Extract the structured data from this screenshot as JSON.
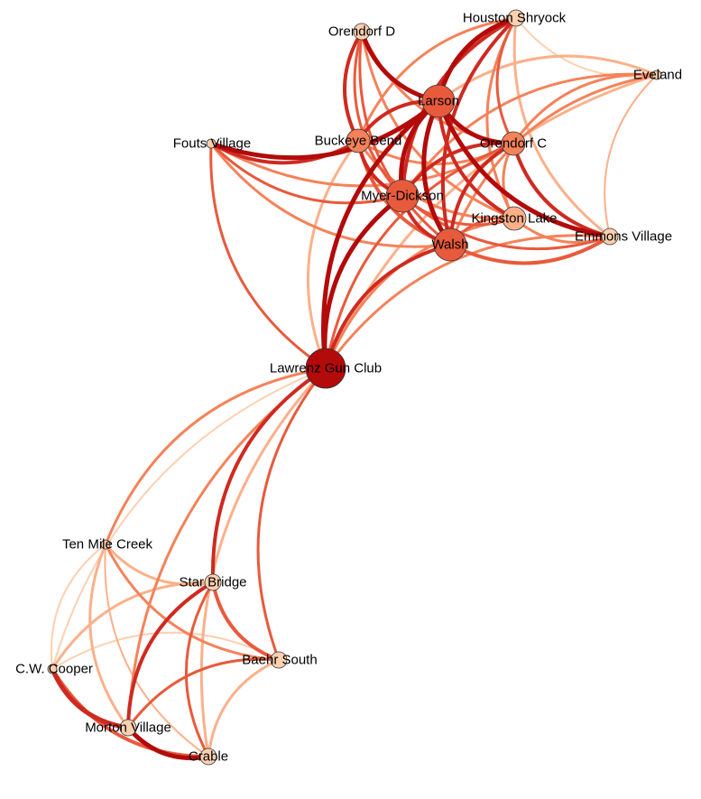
{
  "graph": {
    "type": "network",
    "palette": {
      "very_light": "#fdd0b0",
      "light": "#fcb08a",
      "medium": "#f5825a",
      "medium_dark": "#e85a3c",
      "dark": "#cf2a20",
      "darkest": "#b30a0a"
    },
    "nodes": [
      {
        "id": "orendorf-d",
        "label": "Orendorf D",
        "tone": "very_light",
        "size": "small"
      },
      {
        "id": "houston-shryock",
        "label": "Houston Shryock",
        "tone": "very_light",
        "size": "small"
      },
      {
        "id": "eveland",
        "label": "Eveland",
        "tone": "very_light",
        "size": "tiny"
      },
      {
        "id": "larson",
        "label": "Larson",
        "tone": "medium_dark",
        "size": "large"
      },
      {
        "id": "fouts-village",
        "label": "Fouts Village",
        "tone": "very_light",
        "size": "tiny"
      },
      {
        "id": "buckeye-bend",
        "label": "Buckeye Bend",
        "tone": "medium",
        "size": "medium"
      },
      {
        "id": "orendorf-c",
        "label": "Orendorf C",
        "tone": "medium",
        "size": "medium"
      },
      {
        "id": "myer-dickson",
        "label": "Myer-Dickson",
        "tone": "medium_dark",
        "size": "large"
      },
      {
        "id": "kingston-lake",
        "label": "Kingston Lake",
        "tone": "light",
        "size": "medium"
      },
      {
        "id": "walsh",
        "label": "Walsh",
        "tone": "medium_dark",
        "size": "large"
      },
      {
        "id": "emmons-village",
        "label": "Emmons Village",
        "tone": "very_light",
        "size": "small"
      },
      {
        "id": "lawrenz-gun-club",
        "label": "Lawrenz Gun Club",
        "tone": "darkest",
        "size": "xlarge"
      },
      {
        "id": "ten-mile-creek",
        "label": "Ten Mile Creek",
        "tone": "very_light",
        "size": "tiny"
      },
      {
        "id": "star-bridge",
        "label": "Star Bridge",
        "tone": "very_light",
        "size": "small"
      },
      {
        "id": "baehr-south",
        "label": "Baehr South",
        "tone": "very_light",
        "size": "small"
      },
      {
        "id": "cw-cooper",
        "label": "C.W. Cooper",
        "tone": "very_light",
        "size": "tiny"
      },
      {
        "id": "morton-village",
        "label": "Morton Village",
        "tone": "very_light",
        "size": "small"
      },
      {
        "id": "crable",
        "label": "Crable",
        "tone": "very_light",
        "size": "small"
      }
    ],
    "edges": [
      {
        "source": "fouts-village",
        "target": "larson",
        "tone": "darkest",
        "weight": 5
      },
      {
        "source": "fouts-village",
        "target": "buckeye-bend",
        "tone": "dark",
        "weight": 4
      },
      {
        "source": "fouts-village",
        "target": "lawrenz-gun-club",
        "tone": "medium_dark",
        "weight": 3
      },
      {
        "source": "fouts-village",
        "target": "myer-dickson",
        "tone": "medium_dark",
        "weight": 3
      },
      {
        "source": "fouts-village",
        "target": "walsh",
        "tone": "medium",
        "weight": 3
      },
      {
        "source": "fouts-village",
        "target": "orendorf-c",
        "tone": "medium",
        "weight": 3
      },
      {
        "source": "orendorf-d",
        "target": "larson",
        "tone": "darkest",
        "weight": 5
      },
      {
        "source": "orendorf-d",
        "target": "buckeye-bend",
        "tone": "dark",
        "weight": 4
      },
      {
        "source": "orendorf-d",
        "target": "myer-dickson",
        "tone": "medium_dark",
        "weight": 3
      },
      {
        "source": "orendorf-d",
        "target": "walsh",
        "tone": "medium_dark",
        "weight": 3
      },
      {
        "source": "orendorf-d",
        "target": "orendorf-c",
        "tone": "medium",
        "weight": 3
      },
      {
        "source": "orendorf-d",
        "target": "kingston-lake",
        "tone": "medium",
        "weight": 3
      },
      {
        "source": "houston-shryock",
        "target": "larson",
        "tone": "darkest",
        "weight": 5
      },
      {
        "source": "houston-shryock",
        "target": "myer-dickson",
        "tone": "dark",
        "weight": 4
      },
      {
        "source": "houston-shryock",
        "target": "walsh",
        "tone": "dark",
        "weight": 4
      },
      {
        "source": "houston-shryock",
        "target": "orendorf-c",
        "tone": "medium_dark",
        "weight": 3
      },
      {
        "source": "houston-shryock",
        "target": "buckeye-bend",
        "tone": "medium",
        "weight": 3
      },
      {
        "source": "houston-shryock",
        "target": "kingston-lake",
        "tone": "medium",
        "weight": 3
      },
      {
        "source": "houston-shryock",
        "target": "emmons-village",
        "tone": "light",
        "weight": 3
      },
      {
        "source": "houston-shryock",
        "target": "eveland",
        "tone": "very_light",
        "weight": 2
      },
      {
        "source": "eveland",
        "target": "larson",
        "tone": "light",
        "weight": 3
      },
      {
        "source": "eveland",
        "target": "orendorf-c",
        "tone": "medium",
        "weight": 3
      },
      {
        "source": "eveland",
        "target": "myer-dickson",
        "tone": "medium",
        "weight": 3
      },
      {
        "source": "eveland",
        "target": "walsh",
        "tone": "medium",
        "weight": 3
      },
      {
        "source": "eveland",
        "target": "emmons-village",
        "tone": "light",
        "weight": 2
      },
      {
        "source": "eveland",
        "target": "lawrenz-gun-club",
        "tone": "light",
        "weight": 3
      },
      {
        "source": "larson",
        "target": "buckeye-bend",
        "tone": "dark",
        "weight": 4
      },
      {
        "source": "larson",
        "target": "orendorf-c",
        "tone": "darkest",
        "weight": 5
      },
      {
        "source": "larson",
        "target": "myer-dickson",
        "tone": "darkest",
        "weight": 5
      },
      {
        "source": "larson",
        "target": "walsh",
        "tone": "darkest",
        "weight": 5
      },
      {
        "source": "larson",
        "target": "kingston-lake",
        "tone": "dark",
        "weight": 4
      },
      {
        "source": "larson",
        "target": "emmons-village",
        "tone": "darkest",
        "weight": 5
      },
      {
        "source": "larson",
        "target": "lawrenz-gun-club",
        "tone": "darkest",
        "weight": 5
      },
      {
        "source": "buckeye-bend",
        "target": "myer-dickson",
        "tone": "dark",
        "weight": 4
      },
      {
        "source": "buckeye-bend",
        "target": "walsh",
        "tone": "medium_dark",
        "weight": 4
      },
      {
        "source": "buckeye-bend",
        "target": "orendorf-c",
        "tone": "medium",
        "weight": 3
      },
      {
        "source": "buckeye-bend",
        "target": "kingston-lake",
        "tone": "medium",
        "weight": 3
      },
      {
        "source": "buckeye-bend",
        "target": "lawrenz-gun-club",
        "tone": "light",
        "weight": 3
      },
      {
        "source": "orendorf-c",
        "target": "myer-dickson",
        "tone": "dark",
        "weight": 4
      },
      {
        "source": "orendorf-c",
        "target": "walsh",
        "tone": "dark",
        "weight": 4
      },
      {
        "source": "orendorf-c",
        "target": "kingston-lake",
        "tone": "medium",
        "weight": 3
      },
      {
        "source": "orendorf-c",
        "target": "emmons-village",
        "tone": "dark",
        "weight": 4
      },
      {
        "source": "orendorf-c",
        "target": "lawrenz-gun-club",
        "tone": "medium_dark",
        "weight": 3
      },
      {
        "source": "myer-dickson",
        "target": "walsh",
        "tone": "dark",
        "weight": 4
      },
      {
        "source": "myer-dickson",
        "target": "kingston-lake",
        "tone": "medium_dark",
        "weight": 3
      },
      {
        "source": "myer-dickson",
        "target": "emmons-village",
        "tone": "medium_dark",
        "weight": 3
      },
      {
        "source": "myer-dickson",
        "target": "lawrenz-gun-club",
        "tone": "darkest",
        "weight": 5
      },
      {
        "source": "kingston-lake",
        "target": "walsh",
        "tone": "medium_dark",
        "weight": 3
      },
      {
        "source": "kingston-lake",
        "target": "emmons-village",
        "tone": "medium",
        "weight": 3
      },
      {
        "source": "kingston-lake",
        "target": "lawrenz-gun-club",
        "tone": "medium",
        "weight": 3
      },
      {
        "source": "walsh",
        "target": "emmons-village",
        "tone": "medium_dark",
        "weight": 4
      },
      {
        "source": "walsh",
        "target": "lawrenz-gun-club",
        "tone": "dark",
        "weight": 4
      },
      {
        "source": "emmons-village",
        "target": "lawrenz-gun-club",
        "tone": "medium",
        "weight": 3
      },
      {
        "source": "lawrenz-gun-club",
        "target": "star-bridge",
        "tone": "dark",
        "weight": 4
      },
      {
        "source": "lawrenz-gun-club",
        "target": "baehr-south",
        "tone": "medium_dark",
        "weight": 3
      },
      {
        "source": "lawrenz-gun-club",
        "target": "ten-mile-creek",
        "tone": "medium",
        "weight": 3
      },
      {
        "source": "lawrenz-gun-club",
        "target": "morton-village",
        "tone": "medium",
        "weight": 3
      },
      {
        "source": "lawrenz-gun-club",
        "target": "crable",
        "tone": "light",
        "weight": 3
      },
      {
        "source": "lawrenz-gun-club",
        "target": "cw-cooper",
        "tone": "very_light",
        "weight": 2
      },
      {
        "source": "ten-mile-creek",
        "target": "star-bridge",
        "tone": "light",
        "weight": 3
      },
      {
        "source": "ten-mile-creek",
        "target": "baehr-south",
        "tone": "medium",
        "weight": 3
      },
      {
        "source": "ten-mile-creek",
        "target": "morton-village",
        "tone": "light",
        "weight": 3
      },
      {
        "source": "ten-mile-creek",
        "target": "crable",
        "tone": "light",
        "weight": 2
      },
      {
        "source": "ten-mile-creek",
        "target": "cw-cooper",
        "tone": "very_light",
        "weight": 2
      },
      {
        "source": "star-bridge",
        "target": "baehr-south",
        "tone": "medium_dark",
        "weight": 4
      },
      {
        "source": "star-bridge",
        "target": "morton-village",
        "tone": "dark",
        "weight": 4
      },
      {
        "source": "star-bridge",
        "target": "crable",
        "tone": "medium_dark",
        "weight": 3
      },
      {
        "source": "star-bridge",
        "target": "cw-cooper",
        "tone": "light",
        "weight": 3
      },
      {
        "source": "baehr-south",
        "target": "morton-village",
        "tone": "medium_dark",
        "weight": 3
      },
      {
        "source": "baehr-south",
        "target": "crable",
        "tone": "light",
        "weight": 3
      },
      {
        "source": "baehr-south",
        "target": "cw-cooper",
        "tone": "very_light",
        "weight": 2
      },
      {
        "source": "cw-cooper",
        "target": "morton-village",
        "tone": "dark",
        "weight": 5
      },
      {
        "source": "cw-cooper",
        "target": "crable",
        "tone": "medium_dark",
        "weight": 4
      },
      {
        "source": "morton-village",
        "target": "crable",
        "tone": "darkest",
        "weight": 5
      }
    ]
  }
}
